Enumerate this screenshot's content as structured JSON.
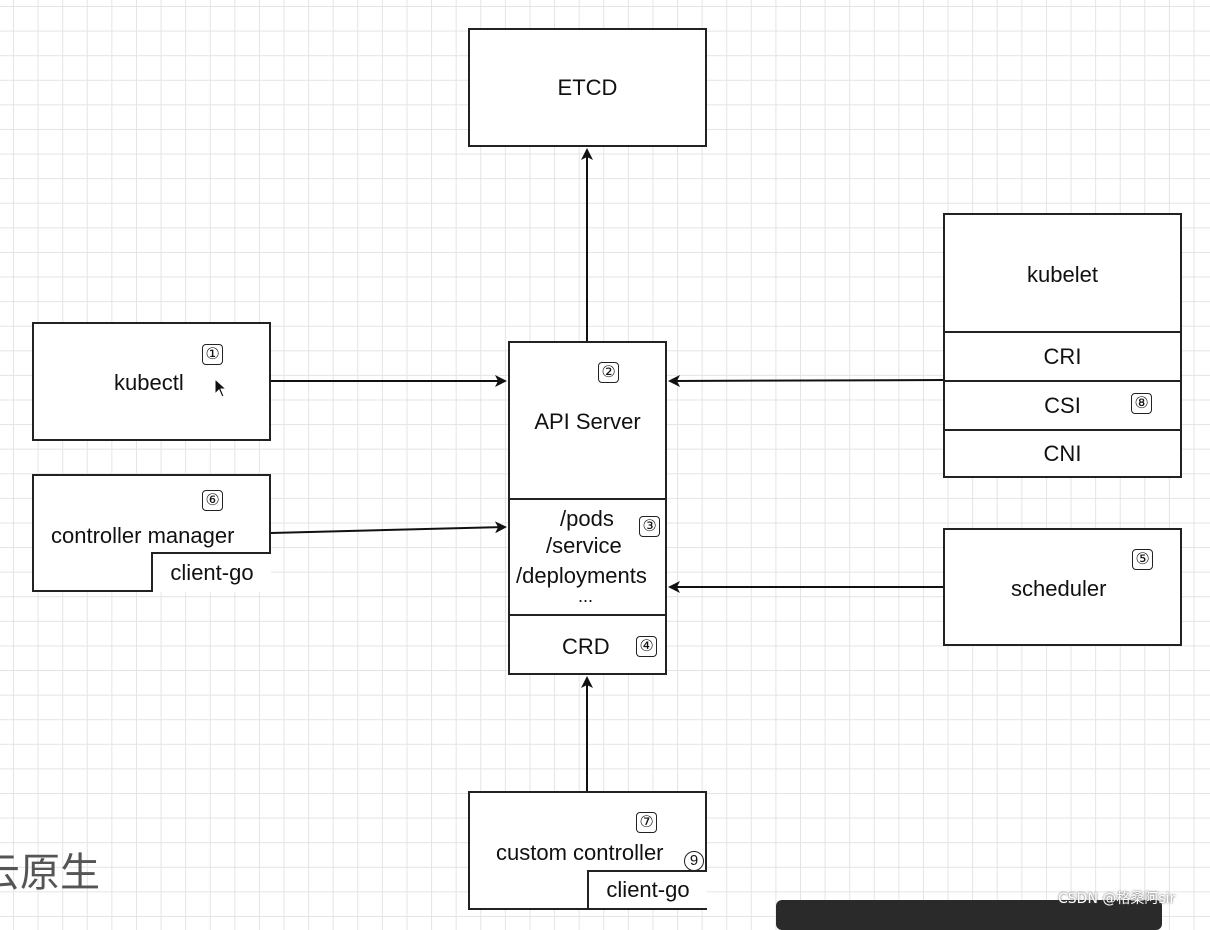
{
  "nodes": {
    "etcd": {
      "label": "ETCD"
    },
    "kubectl": {
      "label": "kubectl",
      "badge": "①"
    },
    "api_server": {
      "label": "API Server",
      "badge": "②",
      "resources": [
        "/pods",
        "/service",
        "/deployments",
        "..."
      ],
      "resources_badge": "③",
      "crd": "CRD",
      "crd_badge": "④"
    },
    "controller_manager": {
      "label": "controller manager",
      "badge": "⑥",
      "sub": "client-go"
    },
    "kubelet": {
      "label": "kubelet",
      "rows": [
        "CRI",
        "CSI",
        "CNI"
      ],
      "badge": "⑧"
    },
    "scheduler": {
      "label": "scheduler",
      "badge": "⑤"
    },
    "custom_controller": {
      "label": "custom controller",
      "badge": "⑦",
      "badge2": "9",
      "sub": "client-go"
    }
  },
  "edges": [
    {
      "from": "api_server",
      "to": "etcd"
    },
    {
      "from": "kubectl",
      "to": "api_server"
    },
    {
      "from": "controller_manager",
      "to": "api_server"
    },
    {
      "from": "kubelet",
      "to": "api_server"
    },
    {
      "from": "scheduler",
      "to": "api_server"
    },
    {
      "from": "custom_controller",
      "to": "api_server"
    }
  ],
  "background_text": "云原生",
  "watermark": "CSDN @格桑阿sir",
  "colors": {
    "line": "#222222",
    "grid": "#e4e4e4"
  }
}
